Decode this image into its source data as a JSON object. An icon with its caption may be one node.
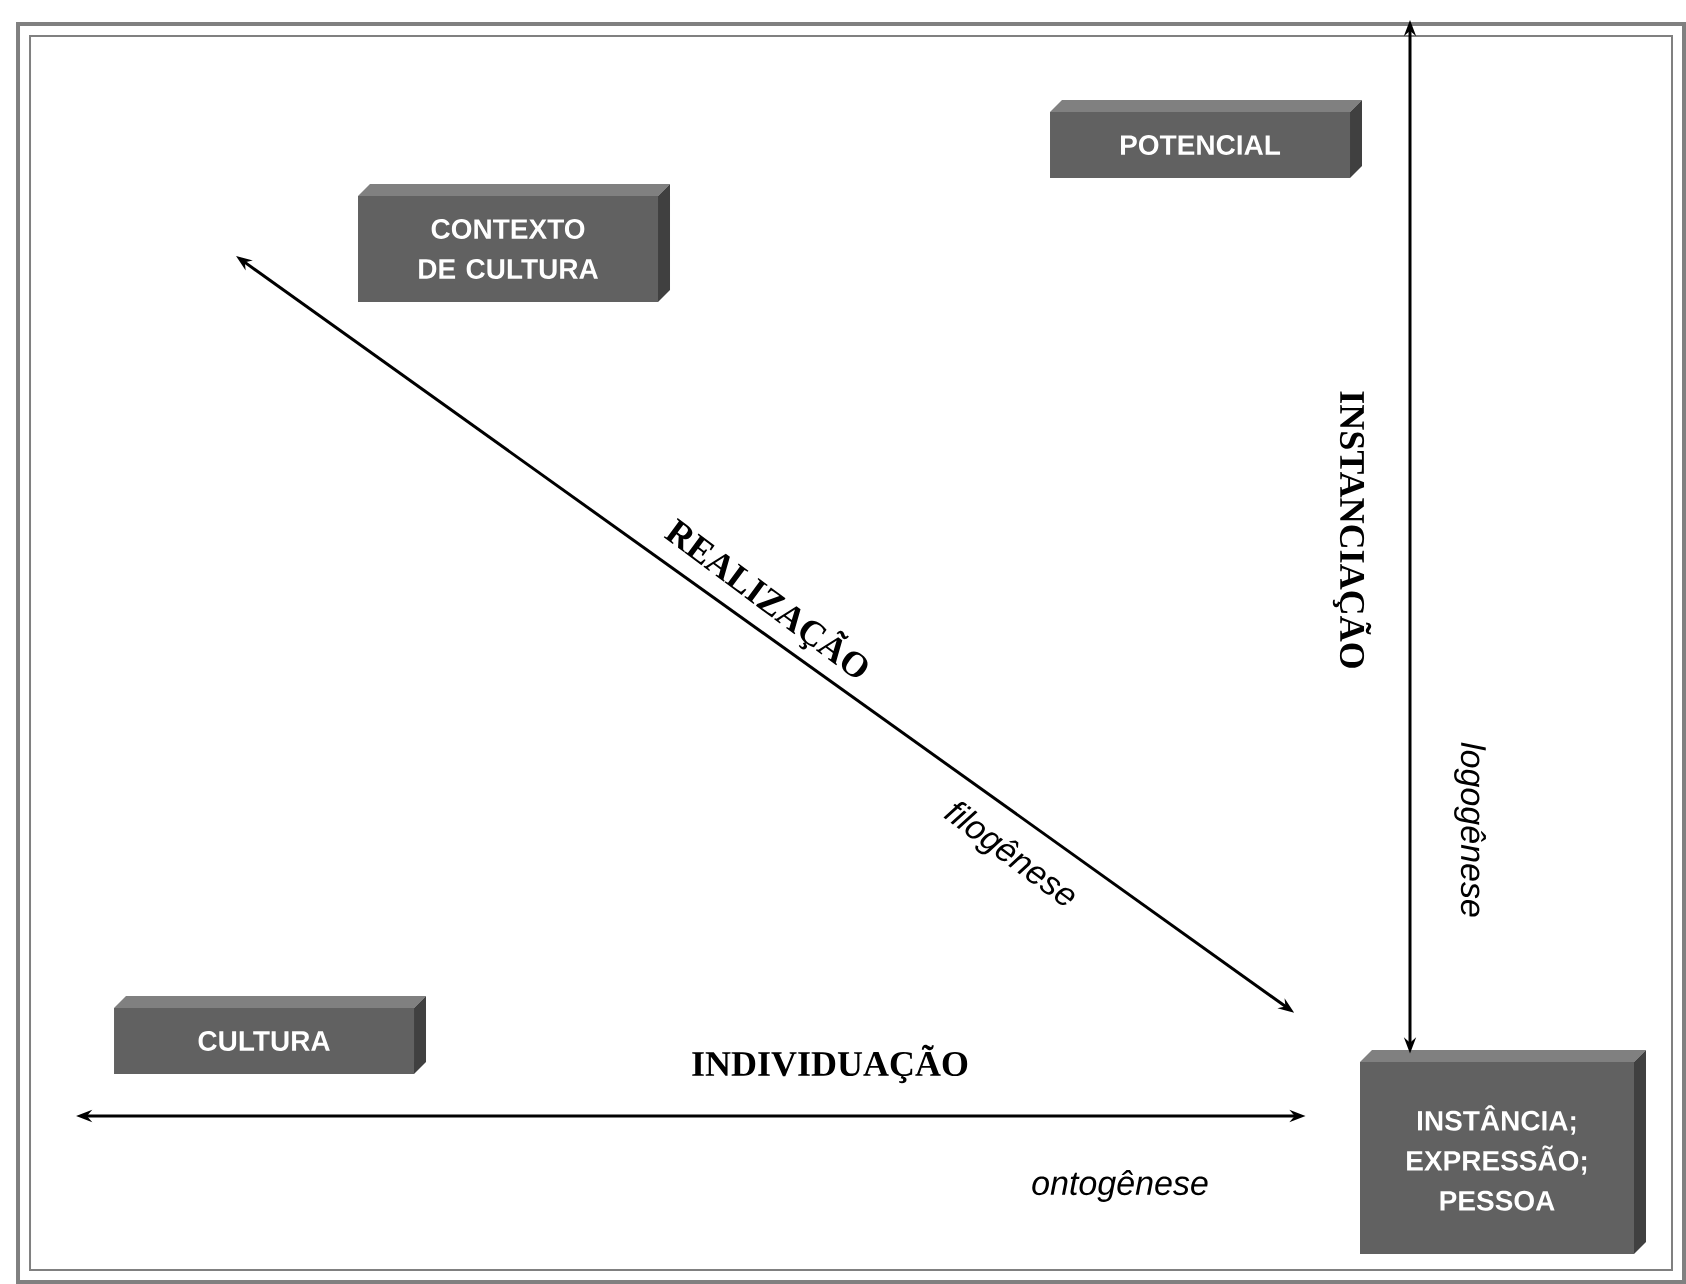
{
  "diagram": {
    "nodes": [
      {
        "text": [
          "POTENCIAL"
        ]
      },
      {
        "text": [
          "CONTEXTO DE CULTURA"
        ]
      },
      {
        "text": [
          "CULTURA"
        ]
      },
      {
        "text": [
          "INSTÂNCIA; EXPRESSÃO; PESSOA"
        ]
      }
    ],
    "edges": [
      {
        "from": null,
        "to": 3,
        "arrow": "both",
        "label": "REALIZAÇÃO"
      },
      {
        "from": null,
        "to": 3,
        "arrow": "both",
        "label": "INSTANCIAÇÃO"
      },
      {
        "from": null,
        "to": 3,
        "arrow": "both",
        "label": "INDIVIDUAÇÃO"
      }
    ],
    "labels": [
      "filogênese",
      "logogênese",
      "ontogênese"
    ]
  }
}
